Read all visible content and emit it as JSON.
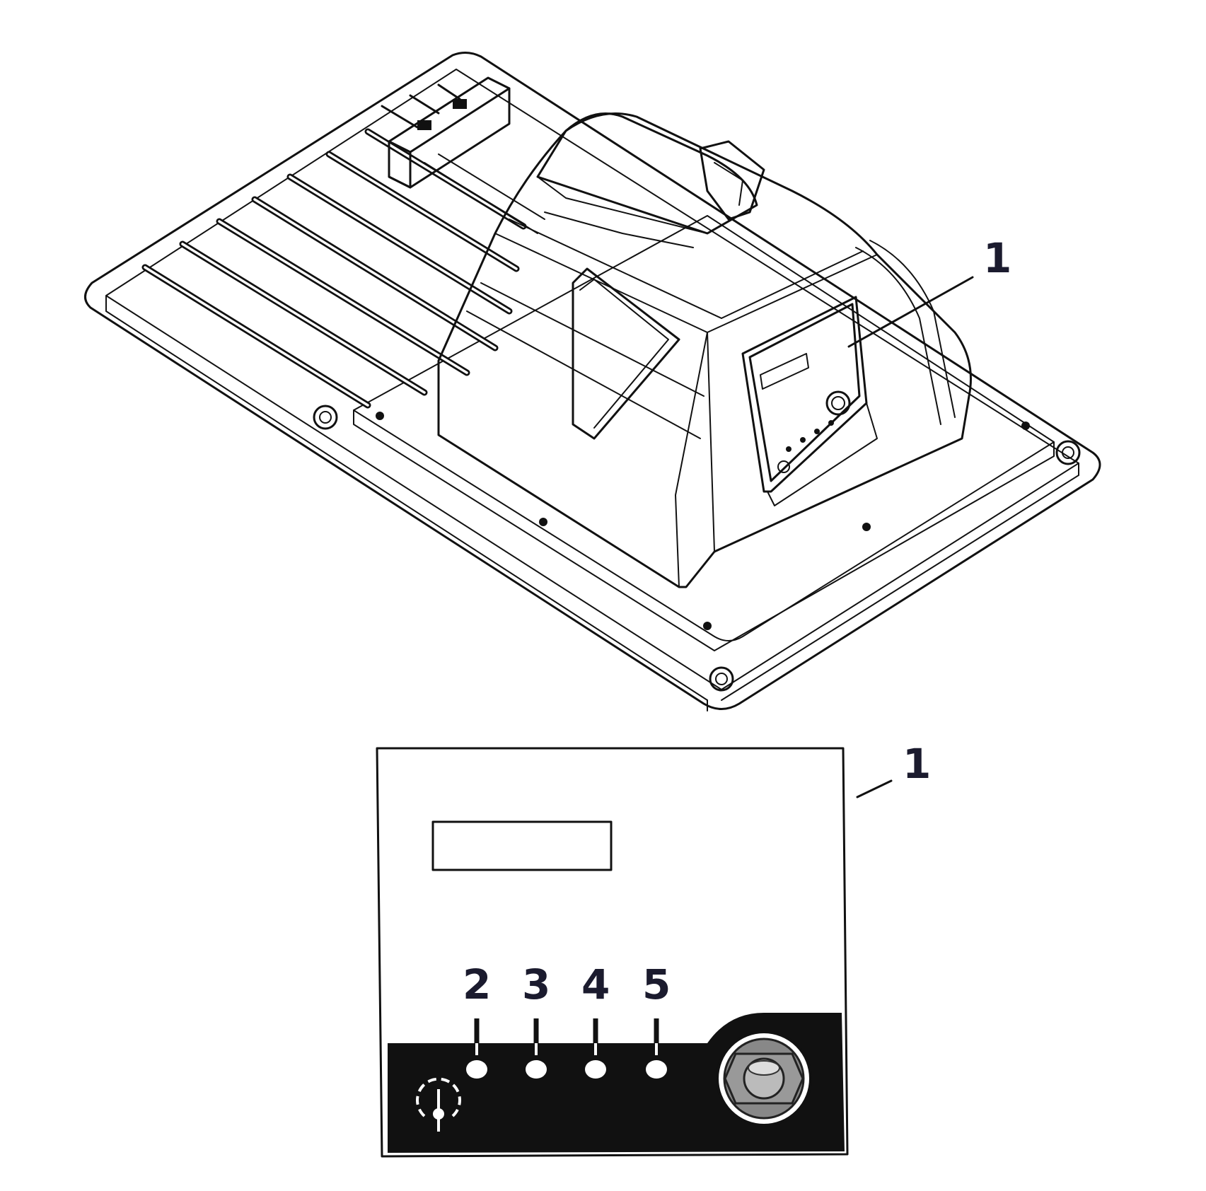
{
  "diagram": {
    "top_view": {
      "callout": "1"
    },
    "panel_detail": {
      "callout": "1",
      "indicators": [
        {
          "label": "2"
        },
        {
          "label": "3"
        },
        {
          "label": "4"
        },
        {
          "label": "5"
        }
      ],
      "power_icon": "power-symbol-icon",
      "connector_icon": "round-connector-icon"
    }
  }
}
